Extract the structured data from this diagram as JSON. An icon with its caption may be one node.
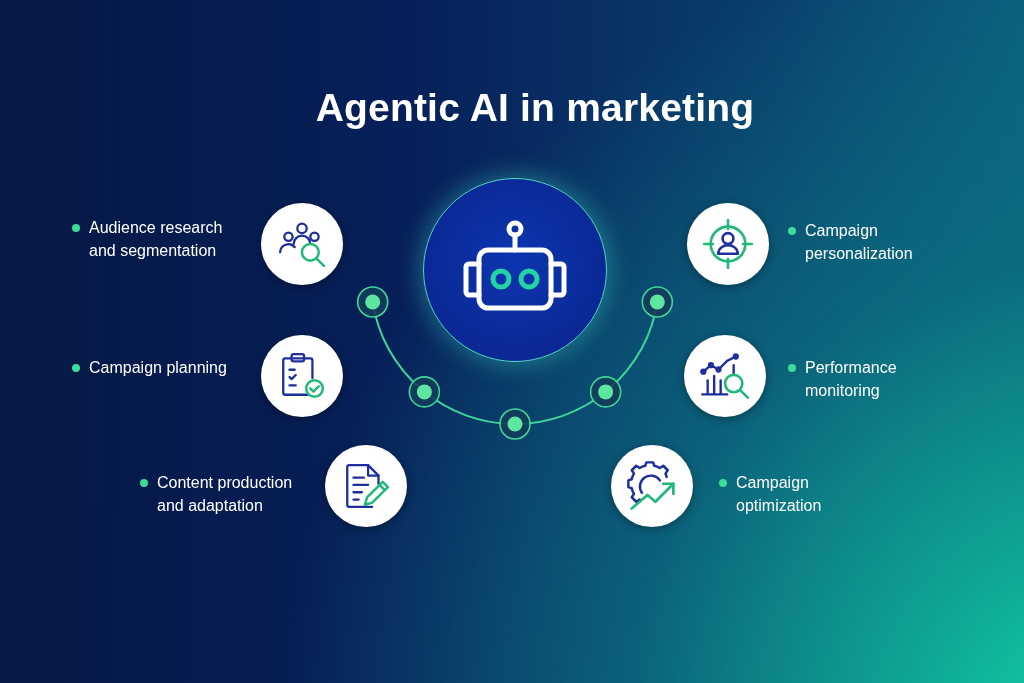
{
  "diagram": {
    "title": "Agentic AI in marketing",
    "nodes": [
      {
        "text": [],
        "shape": "circle"
      },
      {
        "text": [],
        "shape": "circle",
        "beside": [
          "Audience research and segmentation"
        ]
      },
      {
        "text": [],
        "shape": "circle",
        "beside": [
          "Campaign planning"
        ]
      },
      {
        "text": [],
        "shape": "circle",
        "beside": [
          "Content production and adaptation"
        ]
      },
      {
        "text": [],
        "shape": "circle",
        "beside": [
          "Campaign personalization"
        ]
      },
      {
        "text": [],
        "shape": "circle",
        "beside": [
          "Performance monitoring"
        ]
      },
      {
        "text": [],
        "shape": "circle",
        "beside": [
          "Campaign optimization"
        ]
      }
    ]
  }
}
